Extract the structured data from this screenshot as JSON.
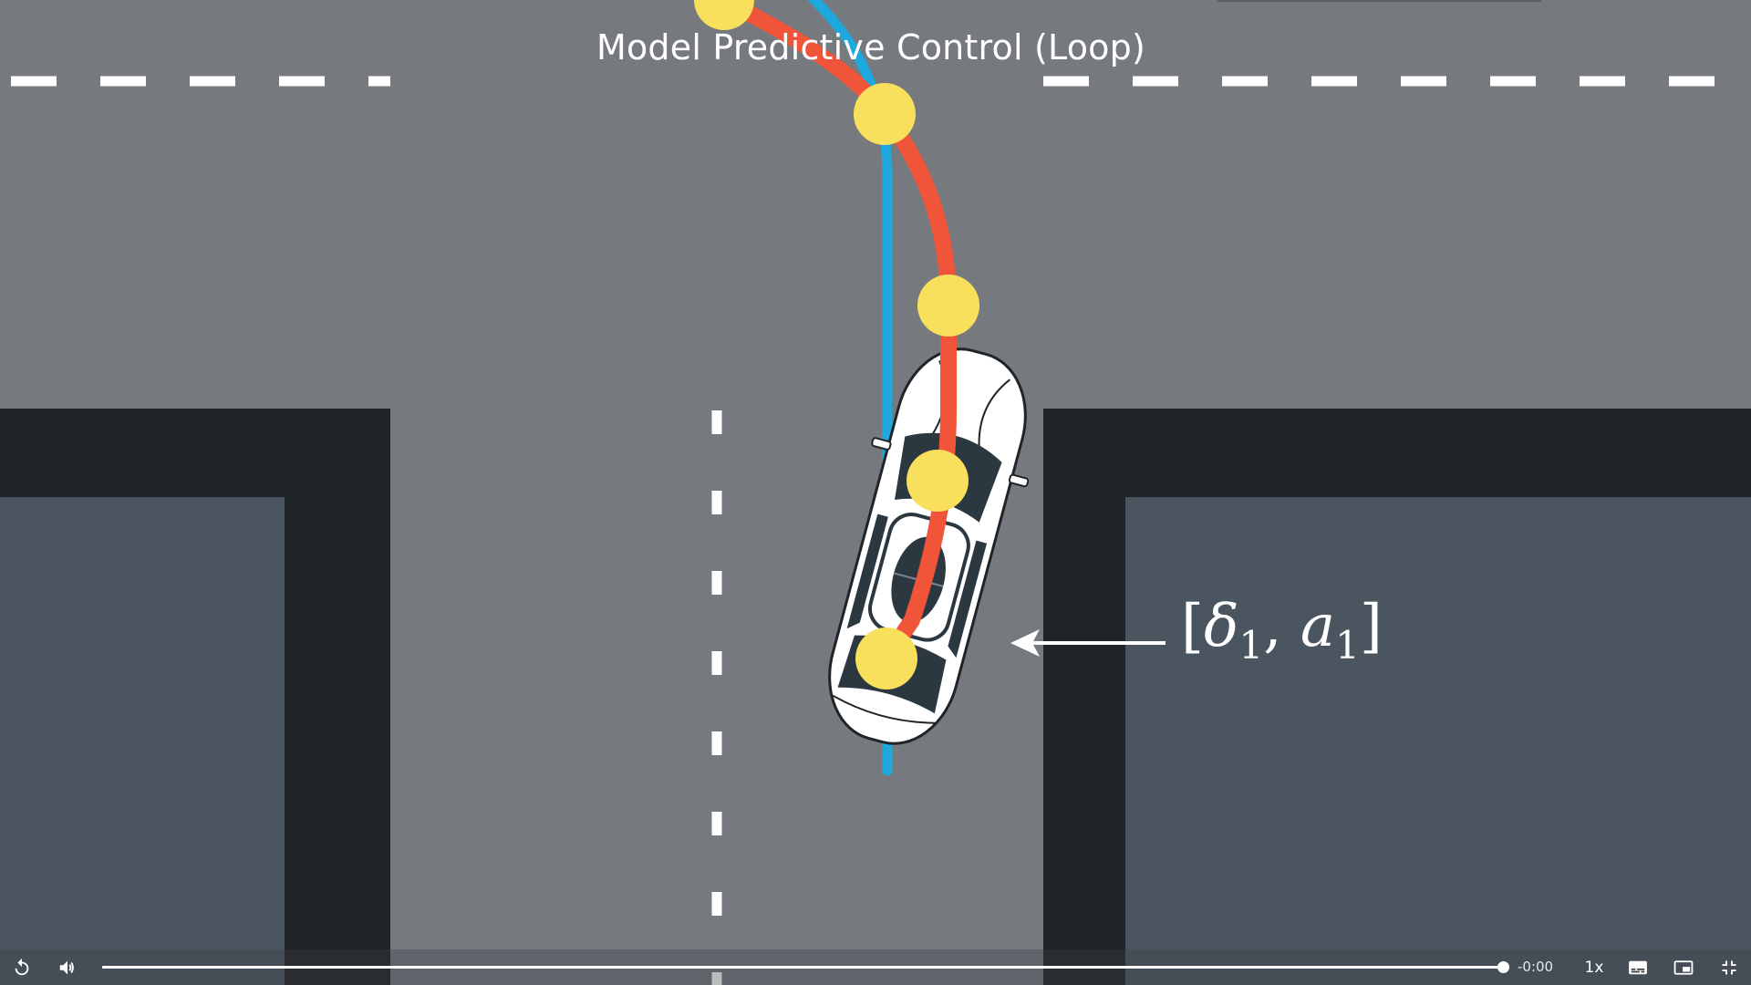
{
  "video": {
    "title": "Model Predictive Control (Loop)",
    "annotation": {
      "delta_symbol": "δ",
      "delta_subscript": "1",
      "a_symbol": "a",
      "a_subscript": "1"
    }
  },
  "scene_colors": {
    "road": "#76797e",
    "block_border": "#1f2428",
    "block_fill": "#4a5560",
    "lane_marking": "#ffffff",
    "reference_path": "#1da9dd",
    "predicted_path": "#f0553a",
    "waypoint": "#f8df5c",
    "car_body": "#ffffff",
    "car_glass": "#2c3840"
  },
  "player": {
    "time_remaining": "-0:00",
    "playback_rate": "1x",
    "progress": 1.0,
    "icons": {
      "replay": "replay-icon",
      "volume": "volume-icon",
      "captions": "captions-icon",
      "pip": "picture-in-picture-icon",
      "fullscreen": "exit-fullscreen-icon"
    }
  }
}
